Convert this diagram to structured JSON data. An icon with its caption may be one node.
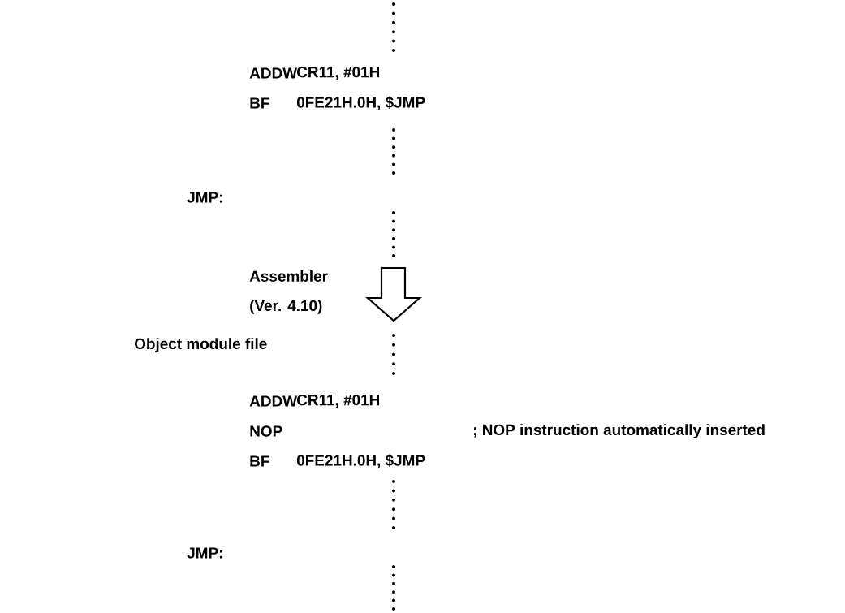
{
  "diagram": {
    "labels": [
      "ADDW",
      "CR11, #01H",
      "BF",
      "0FE21H.0H, $JMP",
      "JMP:",
      "Assembler",
      "(Ver. 4.10)",
      "Object module file",
      "ADDW",
      "CR11, #01H",
      "NOP",
      "; NOP instruction automatically inserted",
      "BF",
      "0FE21H.0H, $JMP",
      "JMP:"
    ]
  }
}
